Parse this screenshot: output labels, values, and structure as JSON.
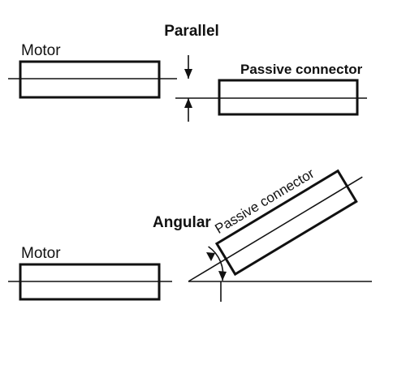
{
  "parallel": {
    "title": "Parallel",
    "motor_label": "Motor",
    "connector_label": "Passive connector"
  },
  "angular": {
    "title": "Angular",
    "motor_label": "Motor",
    "connector_label": "Passive connector"
  }
}
